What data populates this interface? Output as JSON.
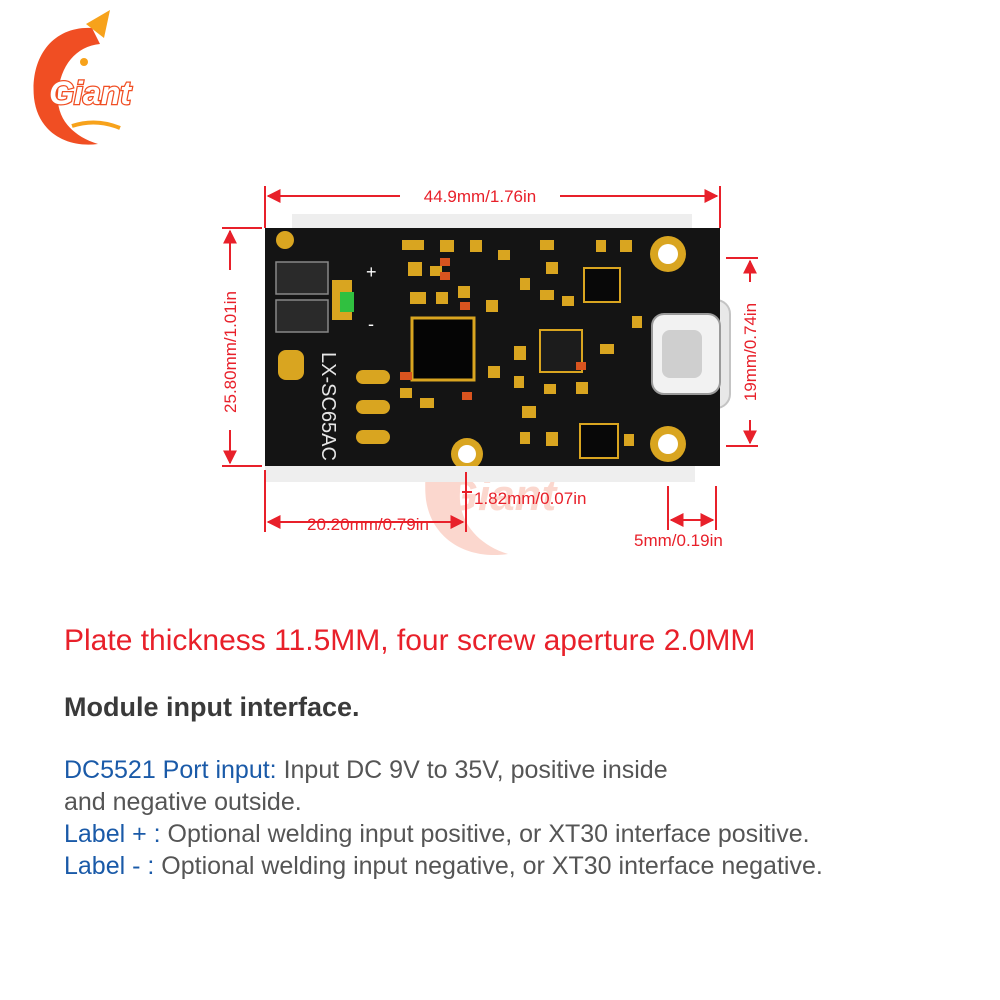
{
  "brand": {
    "logo_text": "Giant",
    "primary_color": "#f04e23",
    "accent_color": "#f7a21b"
  },
  "board": {
    "silkscreen": "LX-SC65AC",
    "plus_mark": "+",
    "minus_mark": "-",
    "pcb_color": "#141414",
    "pad_color": "#d9a520",
    "dimension_color": "#e8202a"
  },
  "dimensions": {
    "width": "44.9mm/1.76in",
    "height": "25.80mm/1.01in",
    "usb_height": "19mm/0.74in",
    "left_offset": "20.20mm/0.79in",
    "gap": "1.82mm/0.07in",
    "usb_offset": "5mm/0.19in"
  },
  "headline": "Plate thickness 11.5MM, four screw aperture 2.0MM",
  "subheading": "Module input interface.",
  "details": {
    "line1_label": "DC5521 Port input:",
    "line1_text": " Input DC 9V to 35V, positive inside",
    "line2_text": "and negative outside.",
    "line3_label": "Label + :",
    "line3_text": " Optional welding input positive, or XT30 interface positive.",
    "line4_label": "Label - :",
    "line4_text": " Optional welding input negative, or XT30 interface negative."
  }
}
